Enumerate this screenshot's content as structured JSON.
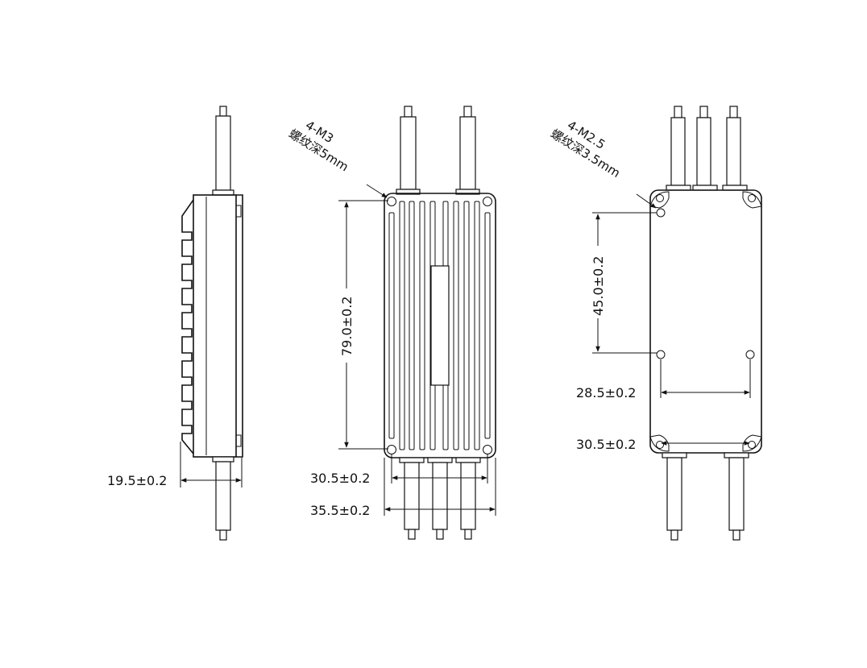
{
  "side_view": {
    "thickness": "19.5±0.2"
  },
  "front_view": {
    "hole_callout_line1": "4-M3",
    "hole_callout_line2": "螺纹深5mm",
    "height": "79.0±0.2",
    "hole_spacing": "30.5±0.2",
    "width": "35.5±0.2"
  },
  "rear_view": {
    "hole_callout_line1": "4-M2.5",
    "hole_callout_line2": "螺纹深3.5mm",
    "hole_vertical_spacing": "45.0±0.2",
    "inner_hole_spacing": "28.5±0.2",
    "outer_hole_spacing": "30.5±0.2"
  },
  "colors": {
    "line": "#111111",
    "background": "#ffffff"
  }
}
